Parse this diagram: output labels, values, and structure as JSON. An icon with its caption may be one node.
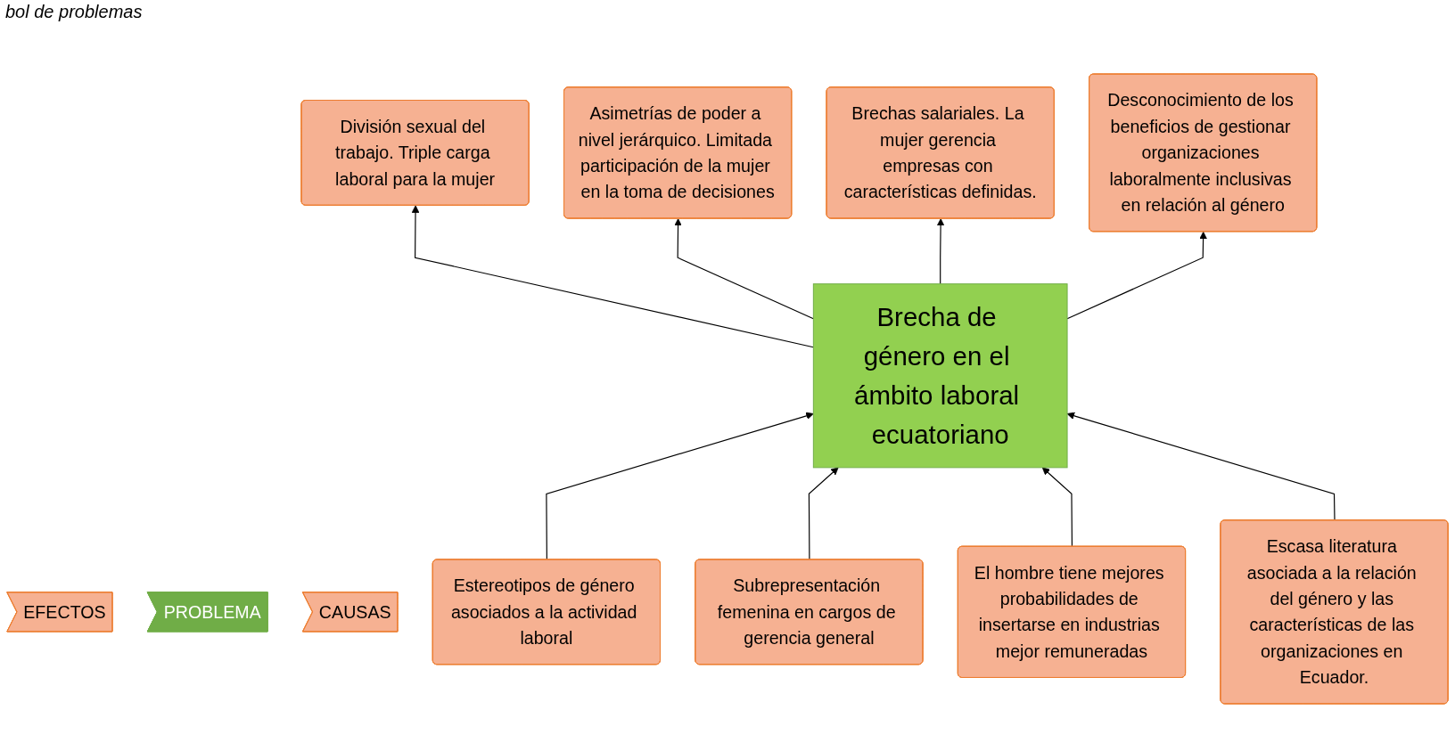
{
  "diagram": {
    "title": "bol de problemas",
    "nodes": [
      {
        "text": [
          "EFECTOS"
        ]
      },
      {
        "text": [
          "División sexual del trabajo. Triple carga laboral para la mujer"
        ]
      },
      {
        "text": [
          "Asimetrías de poder a nivel jerárquico. Limitada participación de la mujer en la toma de decisiones"
        ]
      },
      {
        "text": [
          "Brechas salariales. La mujer gerencia empresas con características definidas."
        ]
      },
      {
        "text": [
          "Desconocimiento de los beneficios de gestionar organizaciones laboralmente inclusivas en relación al género"
        ]
      },
      {
        "text": [
          "PROBLEMA"
        ]
      },
      {
        "text": [
          "Brecha de género en el ámbito laboral ecuatoriano"
        ]
      },
      {
        "text": [
          "CAUSAS"
        ]
      },
      {
        "text": [
          "Estereotipos de género asociados a la actividad laboral"
        ]
      },
      {
        "text": [
          "Subrepresentación femenina en cargos de gerencia general"
        ]
      },
      {
        "text": [
          "El hombre tiene mejores probabilidades de insertarse en industrias mejor remuneradas"
        ]
      },
      {
        "text": [
          "Escasa literatura asociada a la relación del género y las características de las organizaciones en Ecuador."
        ]
      }
    ],
    "edges": [
      {
        "from": 8,
        "to": 6,
        "arrow": "to"
      },
      {
        "from": 9,
        "to": 6,
        "arrow": "to"
      },
      {
        "from": 10,
        "to": 6,
        "arrow": "to"
      },
      {
        "from": 11,
        "to": 6,
        "arrow": "to"
      },
      {
        "from": 6,
        "to": 1,
        "arrow": "to"
      },
      {
        "from": 6,
        "to": 2,
        "arrow": "to"
      },
      {
        "from": 6,
        "to": 3,
        "arrow": "to"
      },
      {
        "from": 6,
        "to": 4,
        "arrow": "to"
      }
    ]
  }
}
